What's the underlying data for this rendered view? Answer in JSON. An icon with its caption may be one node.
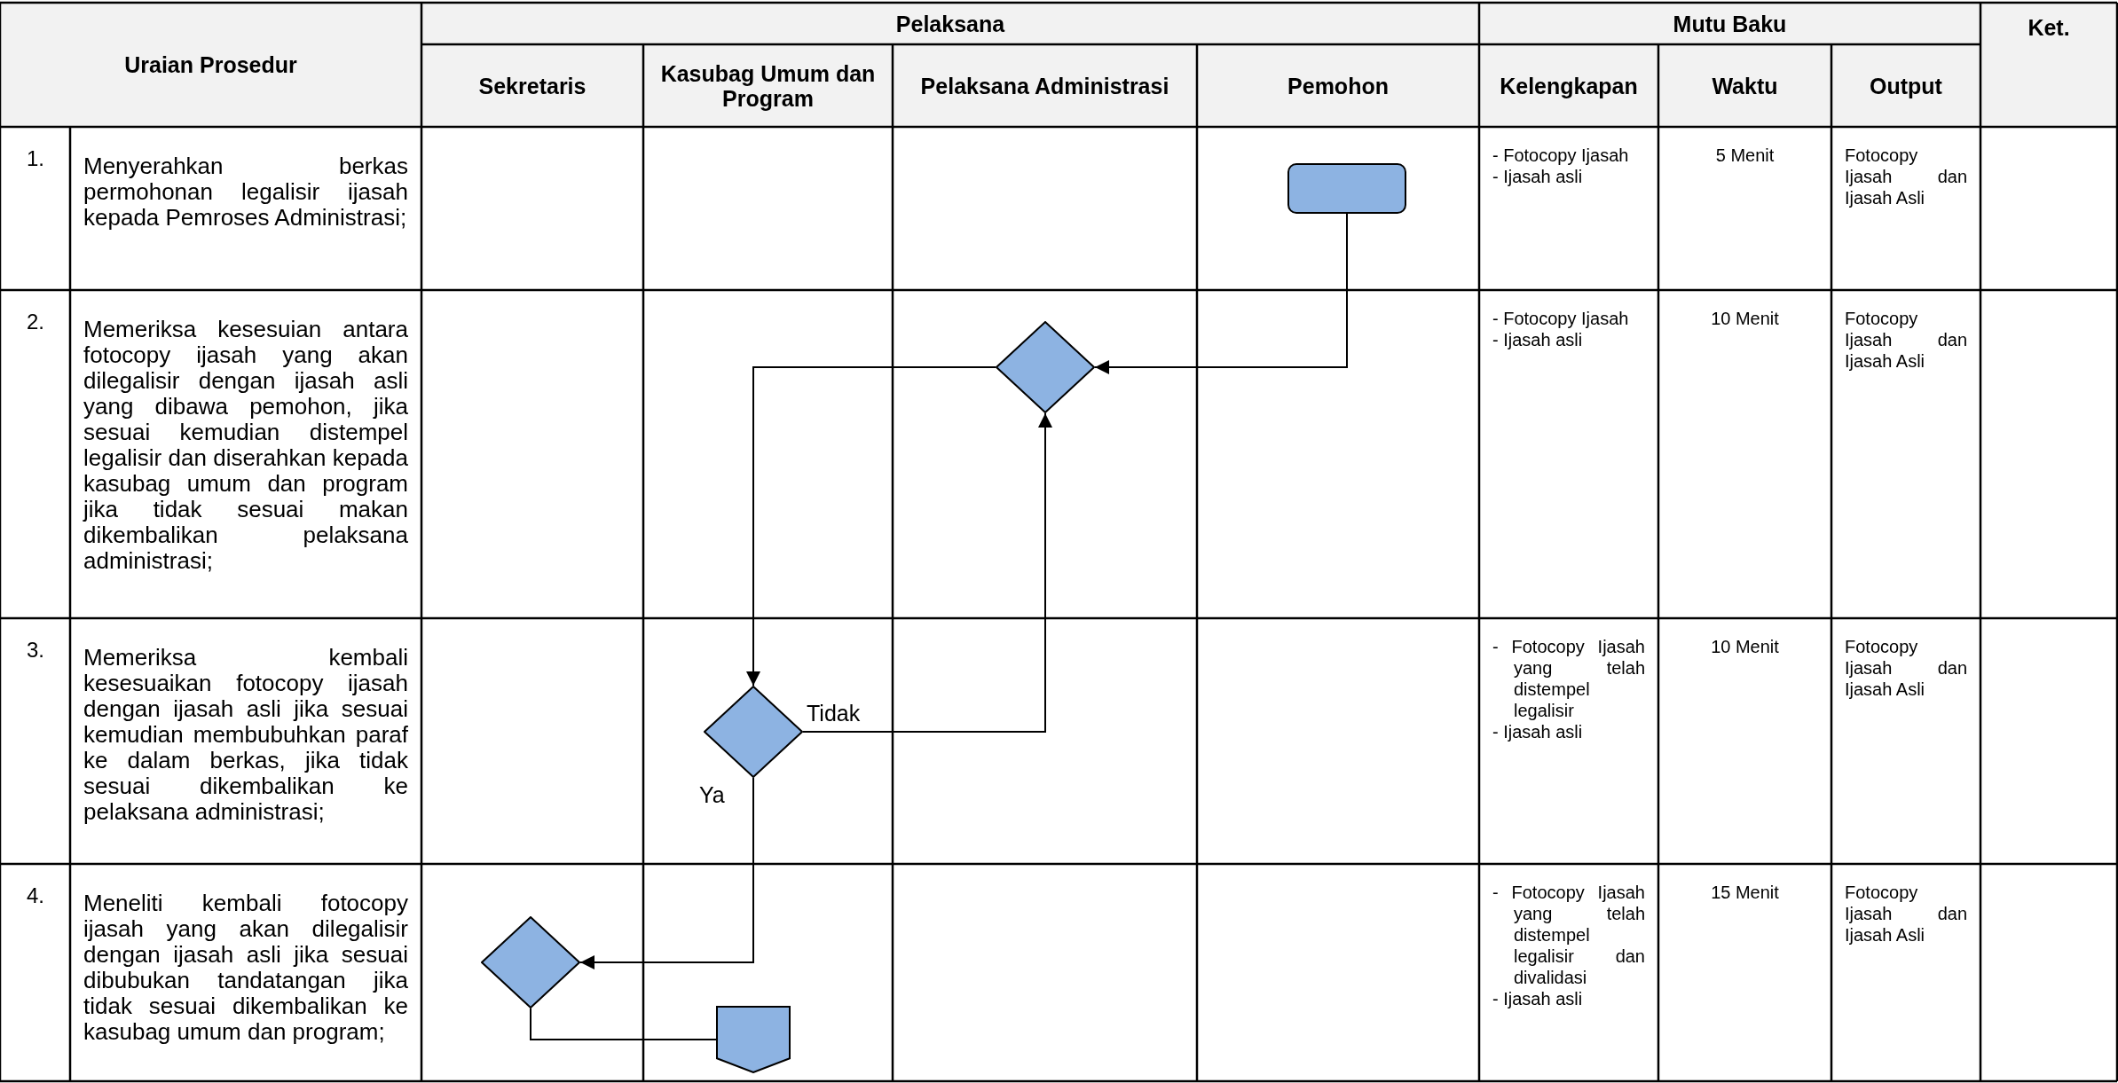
{
  "diagram": {
    "nodes": [
      {
        "text": [],
        "shape": "box"
      },
      {
        "text": [],
        "shape": "diamond"
      },
      {
        "text": [],
        "shape": "diamond"
      },
      {
        "text": [],
        "shape": "diamond"
      },
      {
        "text": [],
        "shape": "pentagon"
      }
    ],
    "edges": [
      {
        "from": 0,
        "to": 1,
        "arrow": "to"
      },
      {
        "from": 1,
        "to": 2,
        "arrow": "to"
      },
      {
        "from": 2,
        "to": 1,
        "arrow": "to",
        "label": "Tidak"
      },
      {
        "from": 2,
        "to": 3,
        "arrow": "to",
        "label": "Ya"
      },
      {
        "from": 3,
        "to": 4,
        "arrow": "none"
      }
    ],
    "labels": [
      "Uraian Prosedur",
      "Pelaksana",
      "Mutu Baku",
      "Ket.",
      "Sekretaris",
      "Kasubag Umum dan Program",
      "Pelaksana Administrasi",
      "Pemohon",
      "Kelengkapan",
      "Waktu",
      "Output",
      "1.",
      "Menyerahkan berkas permohonan legalisir ijasah kepada Pemroses Administrasi;",
      "- Fotocopy Ijasah",
      "- Ijasah asli",
      "5 Menit",
      "Fotocopy Ijasah dan Ijasah Asli",
      "2.",
      "Memeriksa kesesuian antara fotocopy ijasah yang akan dilegalisir dengan ijasah asli yang dibawa pemohon, jika sesuai kemudian distempel legalisir dan diserahkan kepada kasubag umum dan program jika tidak sesuai makan dikembalikan pelaksana administrasi;",
      "- Fotocopy Ijasah",
      "- Ijasah asli",
      "10 Menit",
      "Fotocopy Ijasah dan Ijasah Asli",
      "3.",
      "Memeriksa kembali kesesuaikan fotocopy ijasah dengan ijasah asli jika sesuai kemudian membubuhkan paraf ke dalam berkas, jika tidak sesuai dikembalikan ke pelaksana administrasi;",
      "- Fotocopy Ijasah yang telah distempel legalisir",
      "- Ijasah asli",
      "10 Menit",
      "Fotocopy Ijasah dan Ijasah Asli",
      "4.",
      "Meneliti kembali fotocopy ijasah yang akan dilegalisir dengan ijasah asli jika sesuai dibubukan tandatangan jika tidak sesuai dikembalikan ke kasubag umum dan program;",
      "- Fotocopy Ijasah yang telah distempel legalisir dan divalidasi",
      "- Ijasah asli",
      "15 Menit",
      "Fotocopy Ijasah dan Ijasah Asli"
    ]
  }
}
